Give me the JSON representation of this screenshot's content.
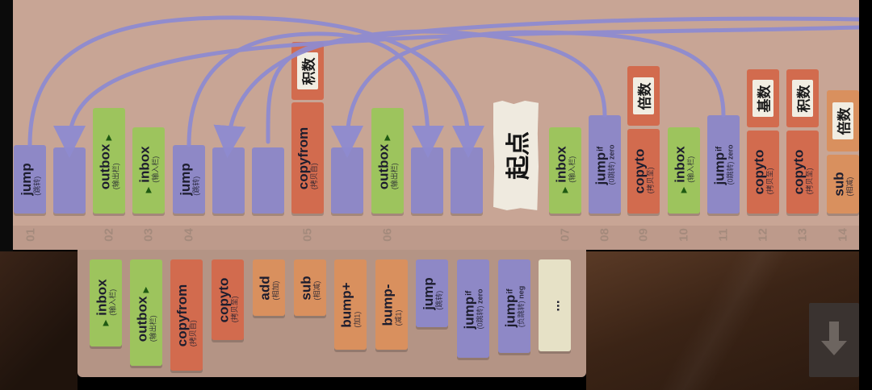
{
  "program": {
    "commands": [
      {
        "line": "01",
        "main": "jump",
        "sub": "(跳转)",
        "kind": "jump"
      },
      {
        "kind": "target"
      },
      {
        "line": "02",
        "main": "outbox",
        "sub": "(输出栏)",
        "kind": "outbox"
      },
      {
        "line": "03",
        "main": "inbox",
        "sub": "(输入栏)",
        "kind": "inbox"
      },
      {
        "line": "04",
        "main": "jump",
        "sub": "(跳转)",
        "kind": "jump"
      },
      {
        "kind": "target"
      },
      {
        "kind": "target"
      },
      {
        "line": "05",
        "main": "copyfrom",
        "sub": "(拷贝自)",
        "kind": "copy",
        "label": "积数"
      },
      {
        "kind": "target"
      },
      {
        "line": "06",
        "main": "outbox",
        "sub": "(输出栏)",
        "kind": "outbox"
      },
      {
        "kind": "target"
      },
      {
        "kind": "target"
      },
      {
        "line": "07",
        "main": "inbox",
        "sub": "(输入栏)",
        "kind": "inbox"
      },
      {
        "line": "08",
        "main": "jump",
        "sup": "if",
        "sup2": "zero",
        "sub": "(0跳转)",
        "kind": "jump"
      },
      {
        "line": "09",
        "main": "copyto",
        "sub": "(拷贝至)",
        "kind": "copy",
        "label": "倍数"
      },
      {
        "line": "10",
        "main": "inbox",
        "sub": "(输入栏)",
        "kind": "inbox"
      },
      {
        "line": "11",
        "main": "jump",
        "sup": "if",
        "sup2": "zero",
        "sub": "(0跳转)",
        "kind": "jump"
      },
      {
        "line": "12",
        "main": "copyto",
        "sub": "(拷贝至)",
        "kind": "copy",
        "label": "基数"
      },
      {
        "line": "13",
        "main": "copyto",
        "sub": "(拷贝至)",
        "kind": "copy",
        "label": "积数"
      },
      {
        "line": "14",
        "main": "sub",
        "sub": "(相减)",
        "kind": "add",
        "label": "倍数"
      }
    ],
    "start_label": "起点"
  },
  "toolbox": [
    {
      "main": "inbox",
      "sub": "(输入栏)",
      "kind": "inbox"
    },
    {
      "main": "outbox",
      "sub": "(输出栏)",
      "kind": "outbox"
    },
    {
      "main": "copyfrom",
      "sub": "(拷贝自)",
      "kind": "copy"
    },
    {
      "main": "copyto",
      "sub": "(拷贝至)",
      "kind": "copy"
    },
    {
      "main": "add",
      "sub": "(相加)",
      "kind": "add"
    },
    {
      "main": "sub",
      "sub": "(相减)",
      "kind": "add"
    },
    {
      "main": "bump+",
      "sub": "(加1)",
      "kind": "bump"
    },
    {
      "main": "bump-",
      "sub": "(减1)",
      "kind": "bump"
    },
    {
      "main": "jump",
      "sub": "(跳转)",
      "kind": "jump"
    },
    {
      "main": "jump",
      "sup": "if",
      "sup2": "zero",
      "sub": "(0跳转)",
      "kind": "jump"
    },
    {
      "main": "jump",
      "sup": "if",
      "sup2": "neg",
      "sub": "(负跳转)",
      "kind": "jump"
    },
    {
      "main": "...",
      "kind": "comment"
    }
  ],
  "colors": {
    "jump": "#8e88c6",
    "inbox": "#9dc45d",
    "copy": "#d26b4e",
    "math": "#d9905e",
    "arrow": "#8f8bd0"
  },
  "icons": {
    "scroll": "down-arrow-icon",
    "io": "up-arrow-icon"
  }
}
